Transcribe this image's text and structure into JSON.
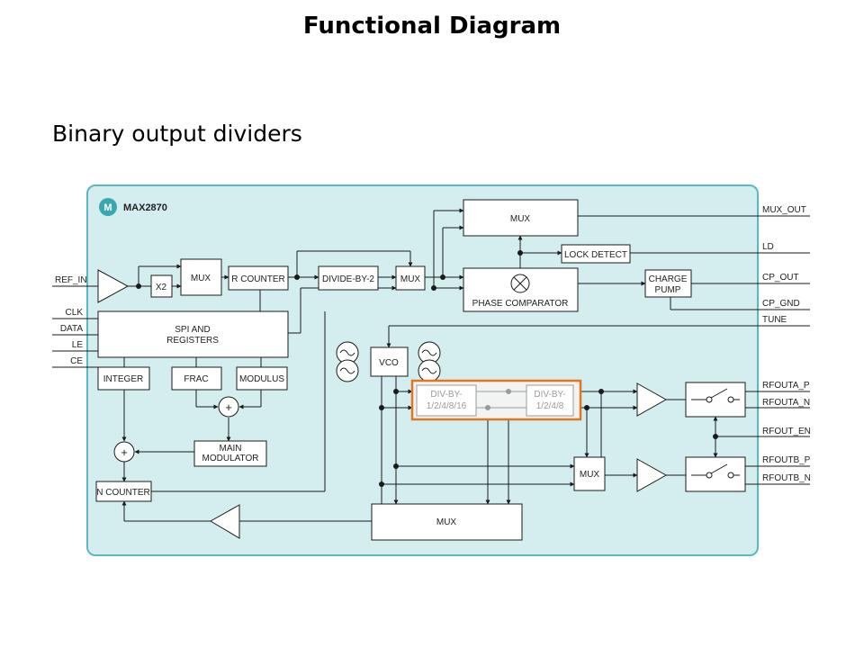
{
  "slide": {
    "title": "Functional Diagram",
    "subtitle": "Binary output dividers"
  },
  "chip": {
    "logo_mark": "M",
    "name": "MAX2870"
  },
  "colors": {
    "chip_fill": "#d4eef0",
    "chip_border": "#5ab8c0",
    "highlight": "#e0771e",
    "line": "#1a1a1a",
    "faded_block": "#9a9a9a"
  },
  "blocks": {
    "x2": "X2",
    "mux_ref": "MUX",
    "r_counter": "R COUNTER",
    "divide_by_2": "DIVIDE-BY-2",
    "mux_pd": "MUX",
    "mux_out": "MUX",
    "lock_detect": "LOCK DETECT",
    "phase_comparator": "PHASE COMPARATOR",
    "charge_pump_1": "CHARGE",
    "charge_pump_2": "PUMP",
    "spi_1": "SPI AND",
    "spi_2": "REGISTERS",
    "vco": "VCO",
    "integer": "INTEGER",
    "frac": "FRAC",
    "modulus": "MODULUS",
    "plus_1": "+",
    "plus_2": "+",
    "main_modulator_1": "MAIN",
    "main_modulator_2": "MODULATOR",
    "n_counter": "N COUNTER",
    "div_a_1": "DIV-BY-",
    "div_a_2": "1/2/4/8/16",
    "div_b_1": "DIV-BY-",
    "div_b_2": "1/2/4/8",
    "mux_b": "MUX",
    "mux_fb": "MUX"
  },
  "pins": {
    "ref_in": "REF_IN",
    "clk": "CLK",
    "data": "DATA",
    "le": "LE",
    "ce": "CE",
    "mux_out": "MUX_OUT",
    "ld": "LD",
    "cp_out": "CP_OUT",
    "cp_gnd": "CP_GND",
    "tune": "TUNE",
    "rfouta_p": "RFOUTA_P",
    "rfouta_n": "RFOUTA_N",
    "rfout_en": "RFOUT_EN",
    "rfoutb_p": "RFOUTB_P",
    "rfoutb_n": "RFOUTB_N"
  }
}
